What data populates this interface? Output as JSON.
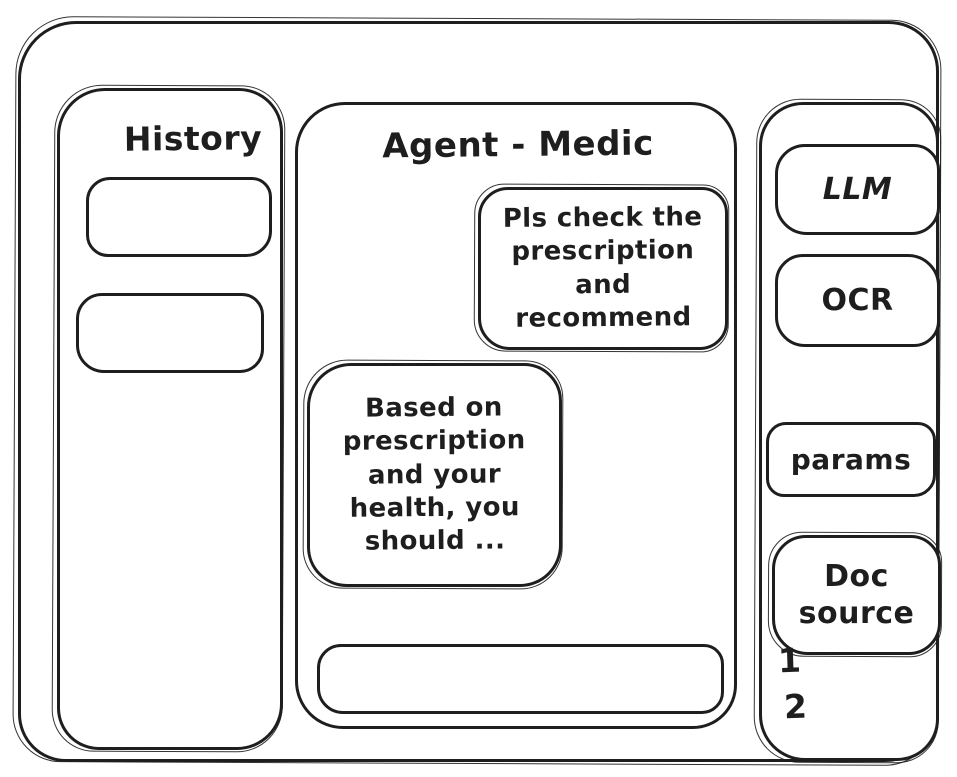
{
  "theme": {
    "ink": "#1e1e1e",
    "bg": "#ffffff"
  },
  "sidebar": {
    "title": "History",
    "items": [
      {
        "label": ""
      },
      {
        "label": ""
      }
    ]
  },
  "main": {
    "title": "Agent - Medic",
    "messages": [
      {
        "role": "user",
        "text": "Pls check the prescription and recommend"
      },
      {
        "role": "assistant",
        "text": "Based on prescription and your health, you should ..."
      }
    ],
    "input": {
      "value": "",
      "placeholder": ""
    }
  },
  "right_panel": {
    "tools": [
      {
        "label": "LLM"
      },
      {
        "label": "OCR"
      },
      {
        "label": "params"
      },
      {
        "label": "Doc source"
      }
    ],
    "annotations": [
      "1",
      "2"
    ]
  }
}
